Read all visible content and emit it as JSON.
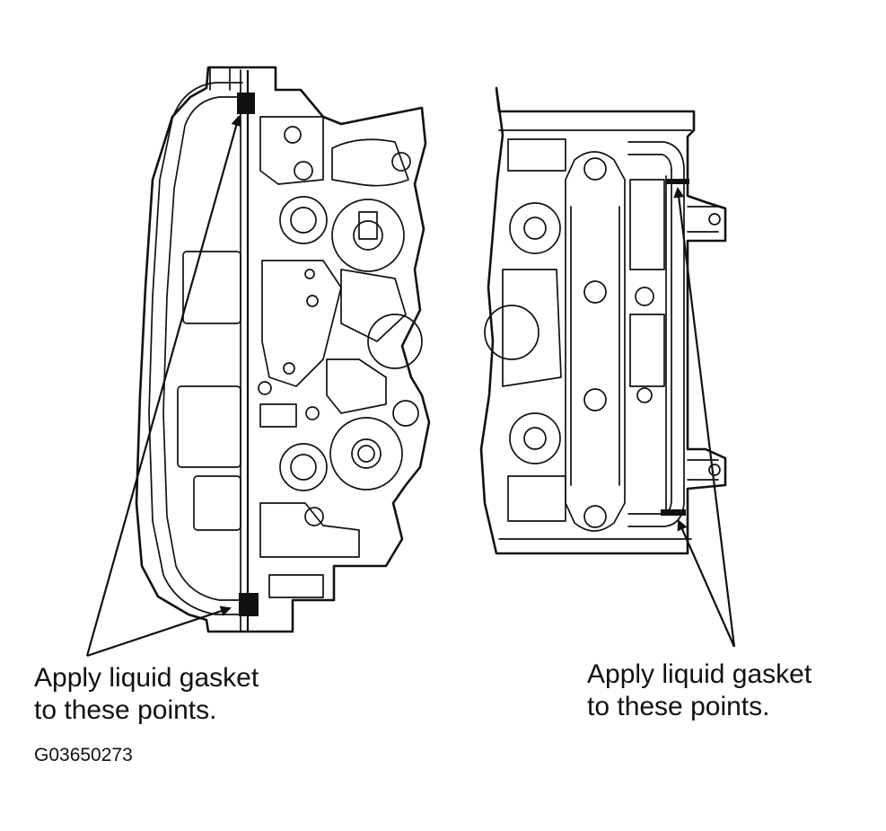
{
  "left_callout": {
    "line1": "Apply liquid gasket",
    "line2": "to these points."
  },
  "right_callout": {
    "line1": "Apply liquid gasket",
    "line2": "to these points."
  },
  "figure_id": "G03650273",
  "colors": {
    "ink": "#111111",
    "background": "#ffffff"
  }
}
